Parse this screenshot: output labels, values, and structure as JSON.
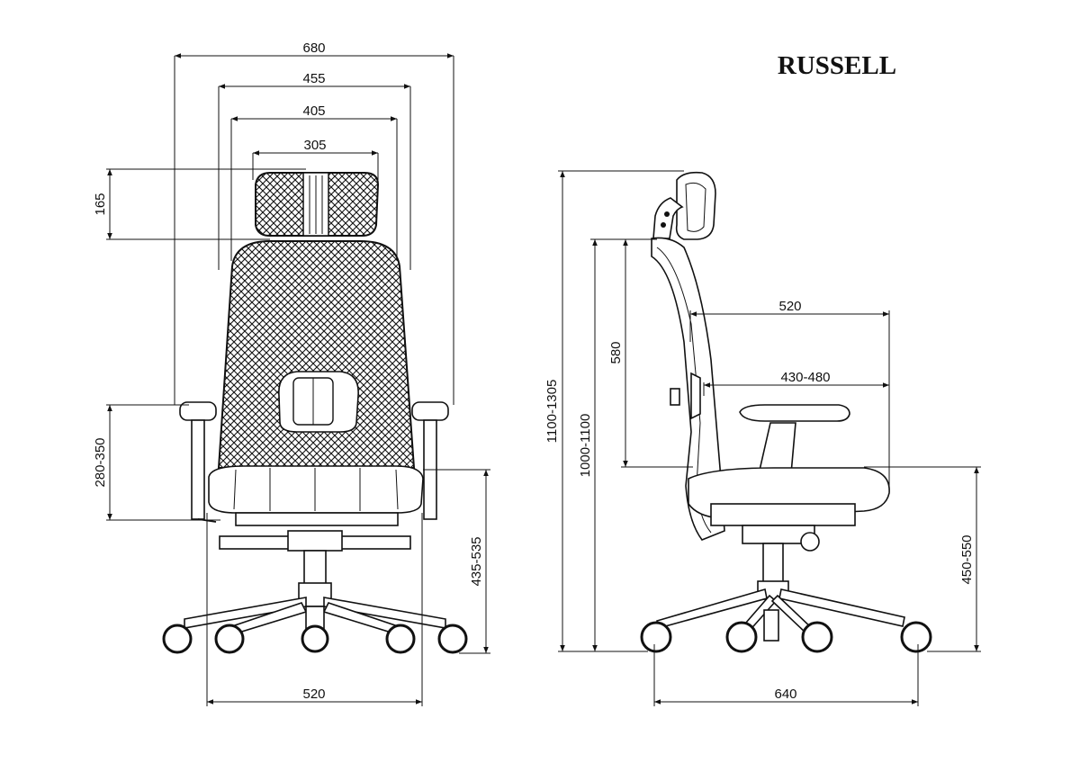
{
  "title": "RUSSELL",
  "front_view": {
    "overall_width": "680",
    "armrest_outer_width": "455",
    "back_width": "405",
    "headrest_width": "305",
    "headrest_height": "165",
    "armrest_height": "280-350",
    "seat_height": "435-535",
    "base_width": "520"
  },
  "side_view": {
    "total_height": "1100-1305",
    "back_top_height": "1000-1100",
    "back_height": "580",
    "back_to_seat_front": "520",
    "arm_depth": "430-480",
    "seat_floor_height": "450-550",
    "base_depth": "640"
  }
}
